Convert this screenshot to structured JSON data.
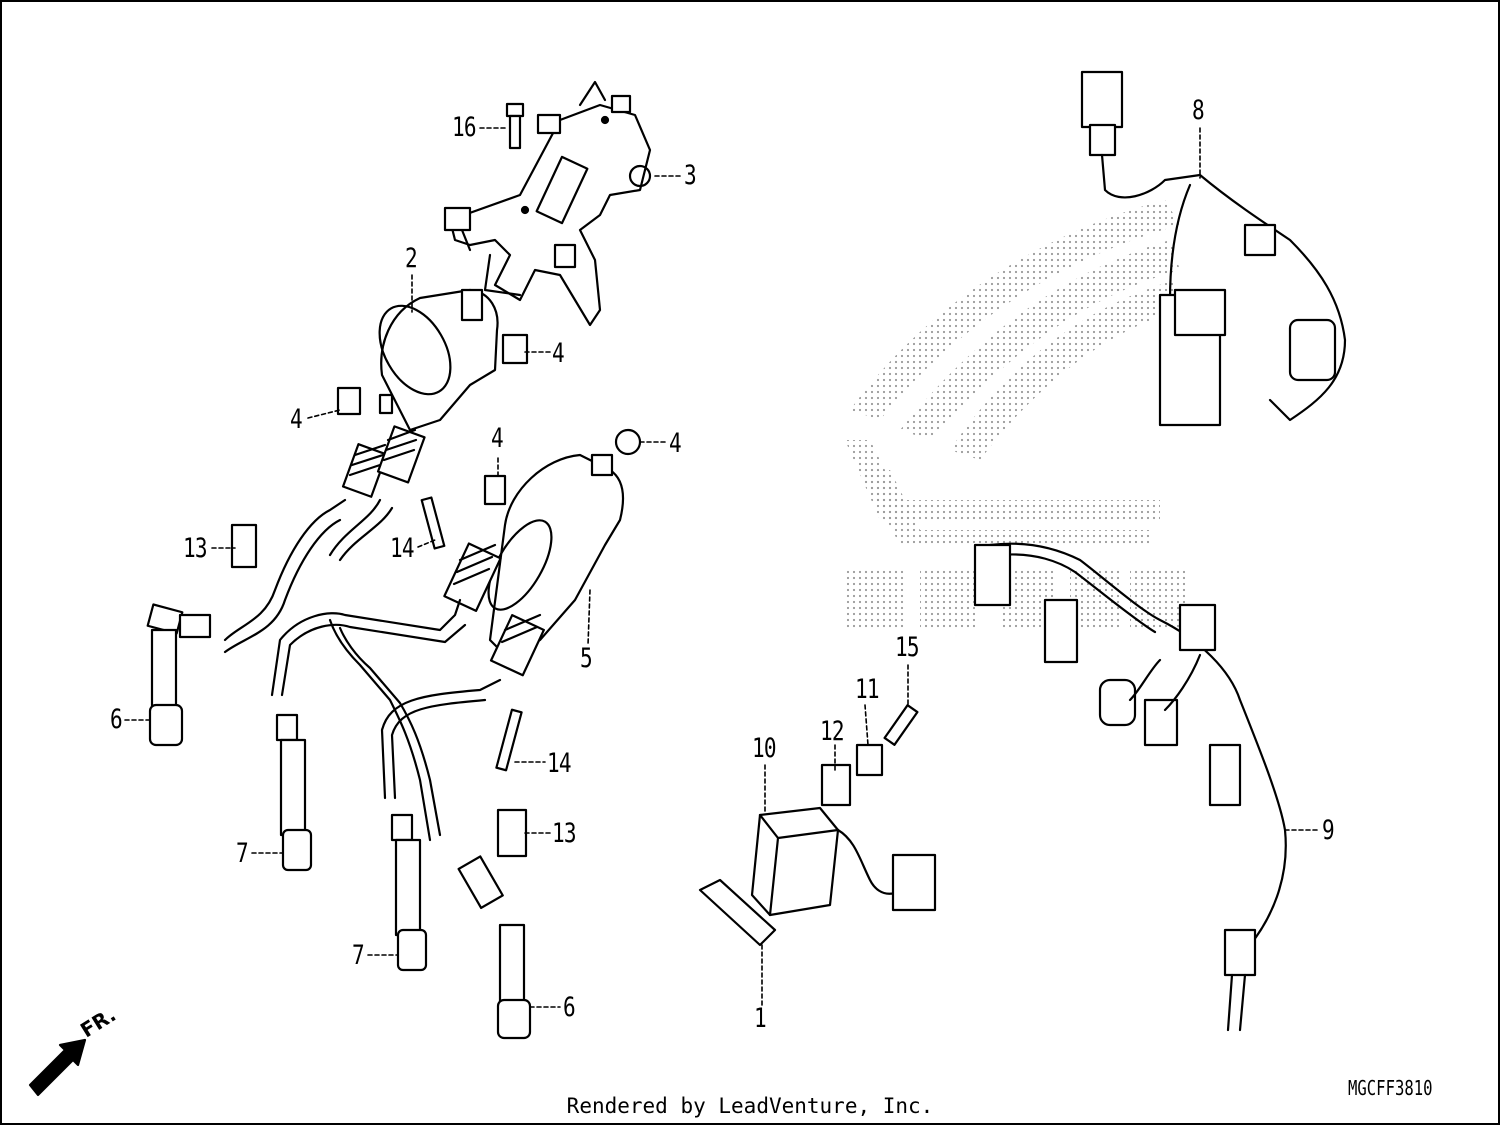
{
  "diagram": {
    "callouts": [
      {
        "id": "c1",
        "text": "1"
      },
      {
        "id": "c2",
        "text": "2"
      },
      {
        "id": "c3",
        "text": "3"
      },
      {
        "id": "c4a",
        "text": "4"
      },
      {
        "id": "c4b",
        "text": "4"
      },
      {
        "id": "c4c",
        "text": "4"
      },
      {
        "id": "c4d",
        "text": "4"
      },
      {
        "id": "c5",
        "text": "5"
      },
      {
        "id": "c6a",
        "text": "6"
      },
      {
        "id": "c6b",
        "text": "6"
      },
      {
        "id": "c7a",
        "text": "7"
      },
      {
        "id": "c7b",
        "text": "7"
      },
      {
        "id": "c8",
        "text": "8"
      },
      {
        "id": "c9",
        "text": "9"
      },
      {
        "id": "c10",
        "text": "10"
      },
      {
        "id": "c11",
        "text": "11"
      },
      {
        "id": "c12",
        "text": "12"
      },
      {
        "id": "c13a",
        "text": "13"
      },
      {
        "id": "c13b",
        "text": "13"
      },
      {
        "id": "c14a",
        "text": "14"
      },
      {
        "id": "c14b",
        "text": "14"
      },
      {
        "id": "c15",
        "text": "15"
      },
      {
        "id": "c16",
        "text": "16"
      }
    ],
    "diagram_code": "MGCFF3810",
    "front_arrow_label": "FR.",
    "render_credit": "Rendered by LeadVenture, Inc.",
    "watermark_text": "HONDA"
  },
  "colors": {
    "line": "#000000",
    "background": "#ffffff",
    "watermark": "#c8c8c8"
  }
}
